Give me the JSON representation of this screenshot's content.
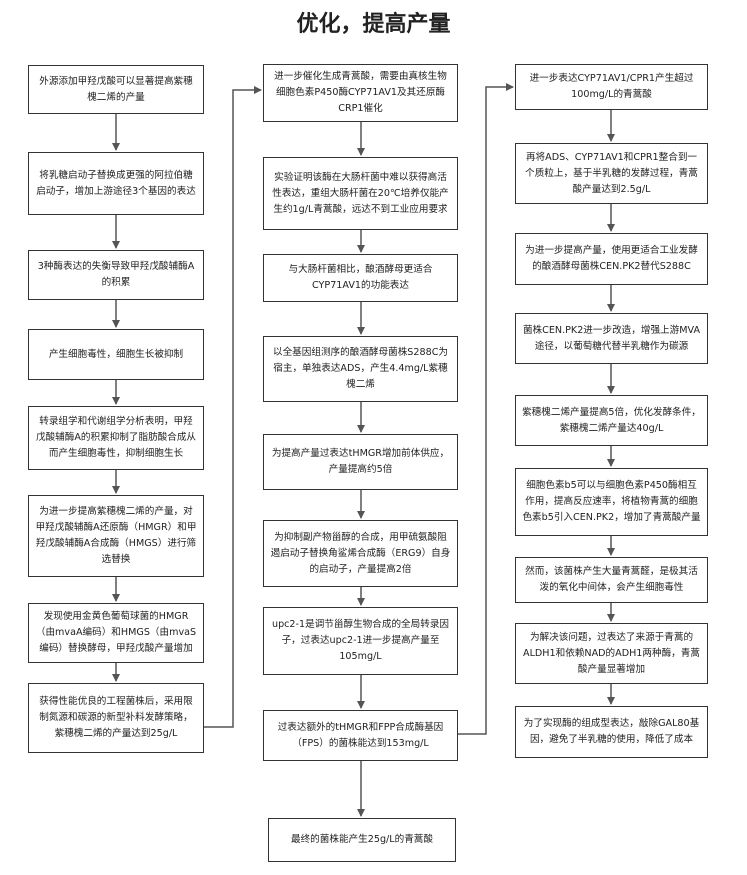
{
  "title": "优化，提高产量",
  "column1": [
    "外源添加甲羟戊酸可以显著提高紫穗槐二烯的产量",
    "将乳糖启动子替换成更强的阿拉伯糖启动子，增加上游途径3个基因的表达",
    "3种酶表达的失衡导致甲羟戊酸辅酶A的积累",
    "产生细胞毒性，细胞生长被抑制",
    "转录组学和代谢组学分析表明，甲羟戊酸辅酶A的积累抑制了脂肪酸合成从而产生细胞毒性，抑制细胞生长",
    "为进一步提高紫穗槐二烯的产量，对甲羟戊酸辅酶A还原酶（HMGR）和甲羟戊酸辅酶A合成酶（HMGS）进行筛选替换",
    "发现使用金黄色葡萄球菌的HMGR（由mvaA编码）和HMGS（由mvaS编码）替换酵母，甲羟戊酸产量增加",
    "获得性能优良的工程菌株后，采用限制氮源和碳源的新型补料发酵策略，紫穗槐二烯的产量达到25g/L"
  ],
  "column2": [
    "进一步催化生成青蒿酸，需要由真核生物细胞色素P450酶CYP71AV1及其还原酶CRP1催化",
    "实验证明该酶在大肠杆菌中难以获得高活性表达，重组大肠杆菌在20℃培养仅能产生约1g/L青蒿酸，远达不到工业应用要求",
    "与大肠杆菌相比，酿酒酵母更适合CYP71AV1的功能表达",
    "以全基因组测序的酿酒酵母菌株S288C为宿主，单独表达ADS，产生4.4mg/L紫穗槐二烯",
    "为提高产量过表达tHMGR增加前体供应，产量提高约5倍",
    "为抑制副产物甾醇的合成，用甲硫氨酸阻遏启动子替换角鲨烯合成酶（ERG9）自身的启动子，产量提高2倍",
    "upc2-1是调节甾醇生物合成的全局转录因子，过表达upc2-1进一步提高产量至105mg/L",
    "过表达额外的tHMGR和FPP合成酶基因（FPS）的菌株能达到153mg/L"
  ],
  "column3": [
    "进一步表达CYP71AV1/CPR1产生超过100mg/L的青蒿酸",
    "再将ADS、CYP71AV1和CPR1整合到一个质粒上，基于半乳糖的发酵过程，青蒿酸产量达到2.5g/L",
    "为进一步提高产量，使用更适合工业发酵的酿酒酵母菌株CEN.PK2替代S288C",
    "菌株CEN.PK2进一步改造，增强上游MVA途径，以葡萄糖代替半乳糖作为碳源",
    "紫穗槐二烯产量提高5倍，优化发酵条件，紫穗槐二烯产量达40g/L",
    "细胞色素b5可以与细胞色素P450酶相互作用，提高反应速率，将植物青蒿的细胞色素b5引入CEN.PK2，增加了青蒿酸产量",
    "然而，该菌株产生大量青蒿醛，是极其活泼的氧化中间体，会产生细胞毒性",
    "为解决该问题，过表达了来源于青蒿的ALDH1和依赖NAD的ADH1两种酶，青蒿酸产量显著增加",
    "为了实现酶的组成型表达，敲除GAL80基因，避免了半乳糖的使用，降低了成本"
  ],
  "final": "最终的菌株能产生25g/L的青蒿酸"
}
